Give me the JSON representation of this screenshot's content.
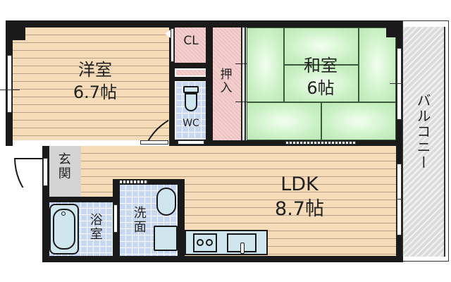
{
  "floor_plan": {
    "rooms": {
      "western_room": {
        "name": "洋室",
        "size": "6.7帖"
      },
      "closet": {
        "name": "CL"
      },
      "toilet": {
        "name": "WC"
      },
      "oshiire": {
        "name": "押入"
      },
      "japanese_room": {
        "name": "和室",
        "size": "6帖"
      },
      "balcony": {
        "name": "バルコニー"
      },
      "entrance": {
        "name": "玄関"
      },
      "ldk": {
        "name": "LDK",
        "size": "8.7帖"
      },
      "bathroom": {
        "name": "浴室"
      },
      "washroom": {
        "name": "洗面"
      }
    },
    "colors": {
      "wall": "#1a1a1a",
      "wood_floor": "#f6dcb8",
      "tatami": "#c9f0c4",
      "tile": "#c9d8f2",
      "closet": "#f3cfcf",
      "genkan": "#d4d4d4",
      "balcony": "#dcdcdc"
    }
  }
}
